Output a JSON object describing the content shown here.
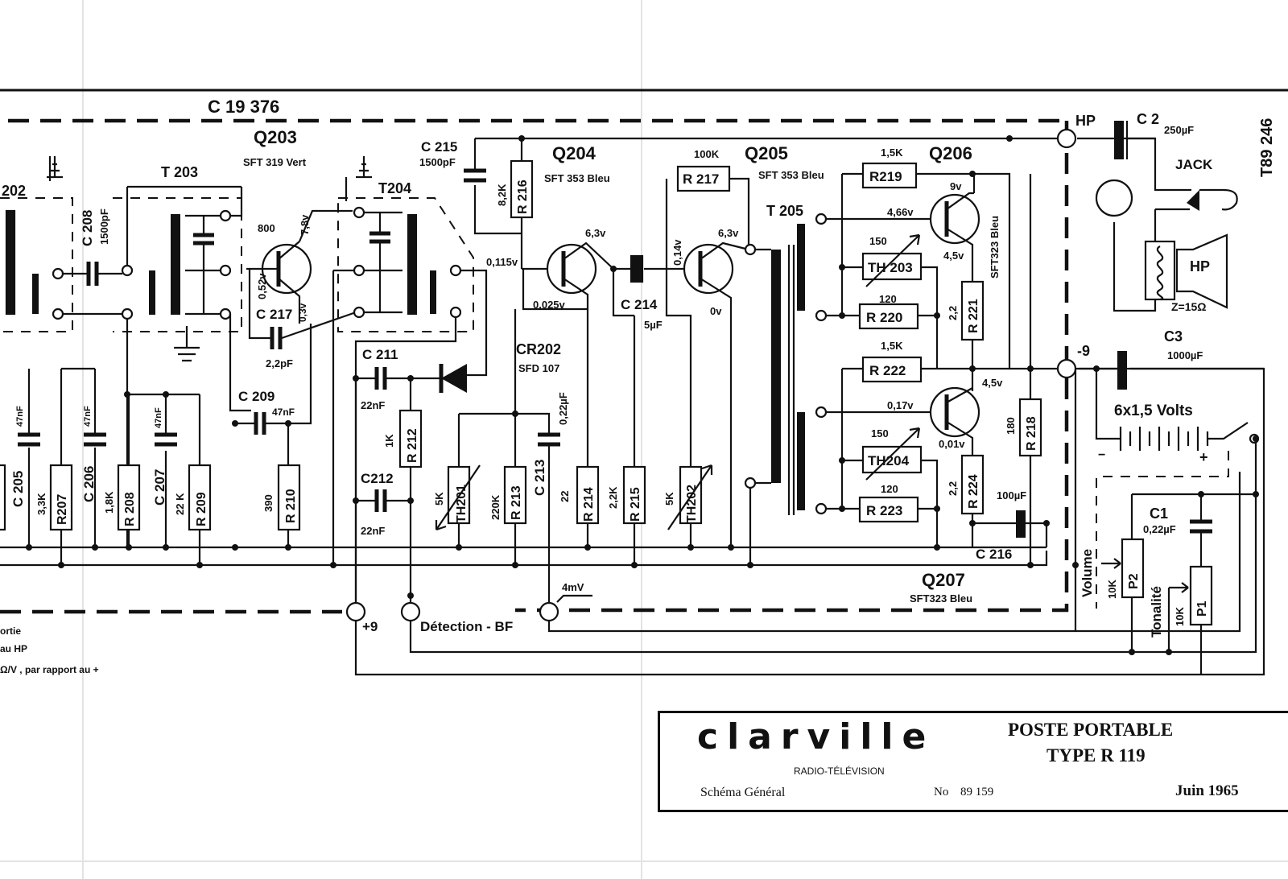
{
  "document": {
    "drawing_code": "C 19 376",
    "side_code": "T89 246"
  },
  "transistors": {
    "q203": {
      "name": "Q203",
      "type": "SFT 319 Vert",
      "v1": "800",
      "v2": "7,8v",
      "v3": "0,52v",
      "v4": "0,3v"
    },
    "q204": {
      "name": "Q204",
      "type": "SFT 353  Bleu",
      "vc": "6,3v",
      "vb": "0,115v",
      "ve": "0,025v"
    },
    "q205": {
      "name": "Q205",
      "type": "SFT 353 Bleu",
      "vc": "6,3v",
      "vb": "0,14v",
      "ve": "0v"
    },
    "q206": {
      "name": "Q206",
      "type": "SFT323 Bleu",
      "vc": "9v",
      "vb": "4,66v",
      "ve": "4,5v"
    },
    "q207": {
      "name": "Q207",
      "type": "SFT323 Bleu",
      "vc": "4,5v",
      "vb": "0,17v",
      "ve": "0,01v"
    }
  },
  "transformers": {
    "t203": "T 203",
    "t204": "T204",
    "t205": "T 205",
    "t202": "202"
  },
  "capacitors": {
    "c208": {
      "name": "C 208",
      "value": "1500pF"
    },
    "c215": {
      "name": "C 215",
      "value": "1500pF"
    },
    "c217": {
      "name": "C 217",
      "value": "2,2pF"
    },
    "c209": {
      "name": "C 209",
      "value": "47nF"
    },
    "c211": {
      "name": "C 211",
      "value": "22nF"
    },
    "c212": {
      "name": "C212",
      "value": "22nF"
    },
    "c213": {
      "name": "C 213",
      "value": "0,22µF"
    },
    "c214": {
      "name": "C 214",
      "value": "5µF"
    },
    "c216": {
      "name": "C 216",
      "value": "100µF"
    },
    "c205": {
      "name": "C 205",
      "value": "47nF"
    },
    "c206": {
      "name": "C 206",
      "value": "47nF"
    },
    "c207": {
      "name": "C 207",
      "value": "47nF"
    },
    "c1": {
      "name": "C1",
      "value": "0,22µF"
    },
    "c2": {
      "name": "C 2",
      "value": "250µF"
    },
    "c3": {
      "name": "C3",
      "value": "1000µF"
    }
  },
  "resistors": {
    "r216": {
      "name": "R 216",
      "value": "8,2K"
    },
    "r217": {
      "name": "R 217",
      "value": "100K"
    },
    "r219": {
      "name": "R219",
      "value": "1,5K"
    },
    "r220": {
      "name": "R 220",
      "value": "120"
    },
    "r221": {
      "name": "R 221",
      "value": "2,2"
    },
    "r222": {
      "name": "R 222",
      "value": "1,5K"
    },
    "r223": {
      "name": "R 223",
      "value": "120"
    },
    "r224": {
      "name": "R 224",
      "value": "2,2"
    },
    "r218": {
      "name": "R 218",
      "value": "180"
    },
    "r212": {
      "name": "R 212",
      "value": "1K"
    },
    "r213": {
      "name": "R 213",
      "value": "220K"
    },
    "r214": {
      "name": "R 214",
      "value": "22"
    },
    "r215": {
      "name": "R 215",
      "value": "2,2K"
    },
    "r210": {
      "name": "R 210",
      "value": "390"
    },
    "r209": {
      "name": "R 209",
      "value": "22 K"
    },
    "r208": {
      "name": "R 208",
      "value": "1,8K"
    },
    "r207": {
      "name": "R207",
      "value": "3,3K"
    }
  },
  "thermistors": {
    "th201": {
      "name": "TH201",
      "value": "5K"
    },
    "th202": {
      "name": "TH202",
      "value": "5K"
    },
    "th203": {
      "name": "TH 203",
      "value": "150"
    },
    "th204": {
      "name": "TH204",
      "value": "150"
    }
  },
  "diode": {
    "name": "CR202",
    "type": "SFD 107"
  },
  "pots": {
    "p1": {
      "name": "P1",
      "value": "10K",
      "role": "Tonalité"
    },
    "p2": {
      "name": "P2",
      "value": "10K",
      "role": "Volume"
    }
  },
  "output": {
    "hp_terminal": "HP",
    "jack": "JACK",
    "speaker": "HP",
    "impedance": "Z=15Ω"
  },
  "battery": {
    "label": "6x1,5 Volts",
    "minus": "−",
    "plus": "+"
  },
  "terminals": {
    "minus9": "-9",
    "plus9": "+9",
    "detection": "Détection - BF",
    "signal": "4mV"
  },
  "notes": [
    "ortie",
    "au  HP",
    "Ω/V , par  rapport  au +"
  ],
  "title_block": {
    "brand": "clarville",
    "subtitle": "RADIO-TÉLÉVISION",
    "product_title": "POSTE PORTABLE",
    "product_type": "TYPE   R 119",
    "sheet": "Schéma Général",
    "number_label": "No",
    "number": "89 159",
    "date": "Juin 1965"
  }
}
